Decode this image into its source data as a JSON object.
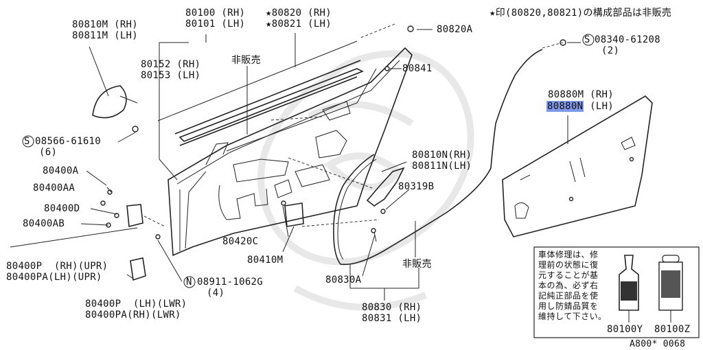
{
  "notes": {
    "star_note": "★印(80820,80821)の構成部品は非販売",
    "repair_box": [
      "車体修理は、修",
      "理前の状態に復",
      "元することが基",
      "本の為、必ず右",
      "記純正部品を使",
      "用し防錆品質を",
      "維持して下さい。"
    ],
    "drawing_number": "A800* 0068"
  },
  "labels": {
    "p80100": [
      "80100 (RH)",
      "80101 (LH)"
    ],
    "p80820": [
      "★80820 (RH)",
      "★80821 (LH)"
    ],
    "p80820A": "80820A",
    "p80810M": [
      "80810M (RH)",
      "80811M (LH)"
    ],
    "p80152": [
      "80152 (RH)",
      "80153 (LH)"
    ],
    "not_for_sale_top": "非販売",
    "p80841": "80841",
    "p08566": [
      "08566-61610",
      "(6)"
    ],
    "p08340": [
      "08340-61208",
      "(2)"
    ],
    "p80880": [
      "80880M (RH)"
    ],
    "p80880N_prefix": "80880",
    "p80880N_hl": "N",
    "p80880N_suffix": " (LH)",
    "p80400A": "80400A",
    "p80400AA": "80400AA",
    "p80400D": "80400D",
    "p80400AB": "80400AB",
    "p80810N": [
      "80810N(RH)",
      "80811N(LH)"
    ],
    "p80319B": "80319B",
    "p80420C": "80420C",
    "p80410M": "80410M",
    "p80400P_upr": [
      "80400P  (RH)(UPR)",
      "80400PA(LH)(UPR)"
    ],
    "p08911": [
      "08911-1062G",
      "(4)"
    ],
    "not_for_sale_bottom": "非販売",
    "p80830A": "80830A",
    "p80830": [
      "80830 (RH)",
      "80831 (LH)"
    ],
    "p80400P_lwr": [
      "80400P  (LH)(LWR)",
      "80400PA(RH)(LWR)"
    ],
    "p80100Y": "80100Y",
    "p80100Z": "80100Z",
    "circle_S": "S",
    "circle_N": "N"
  }
}
